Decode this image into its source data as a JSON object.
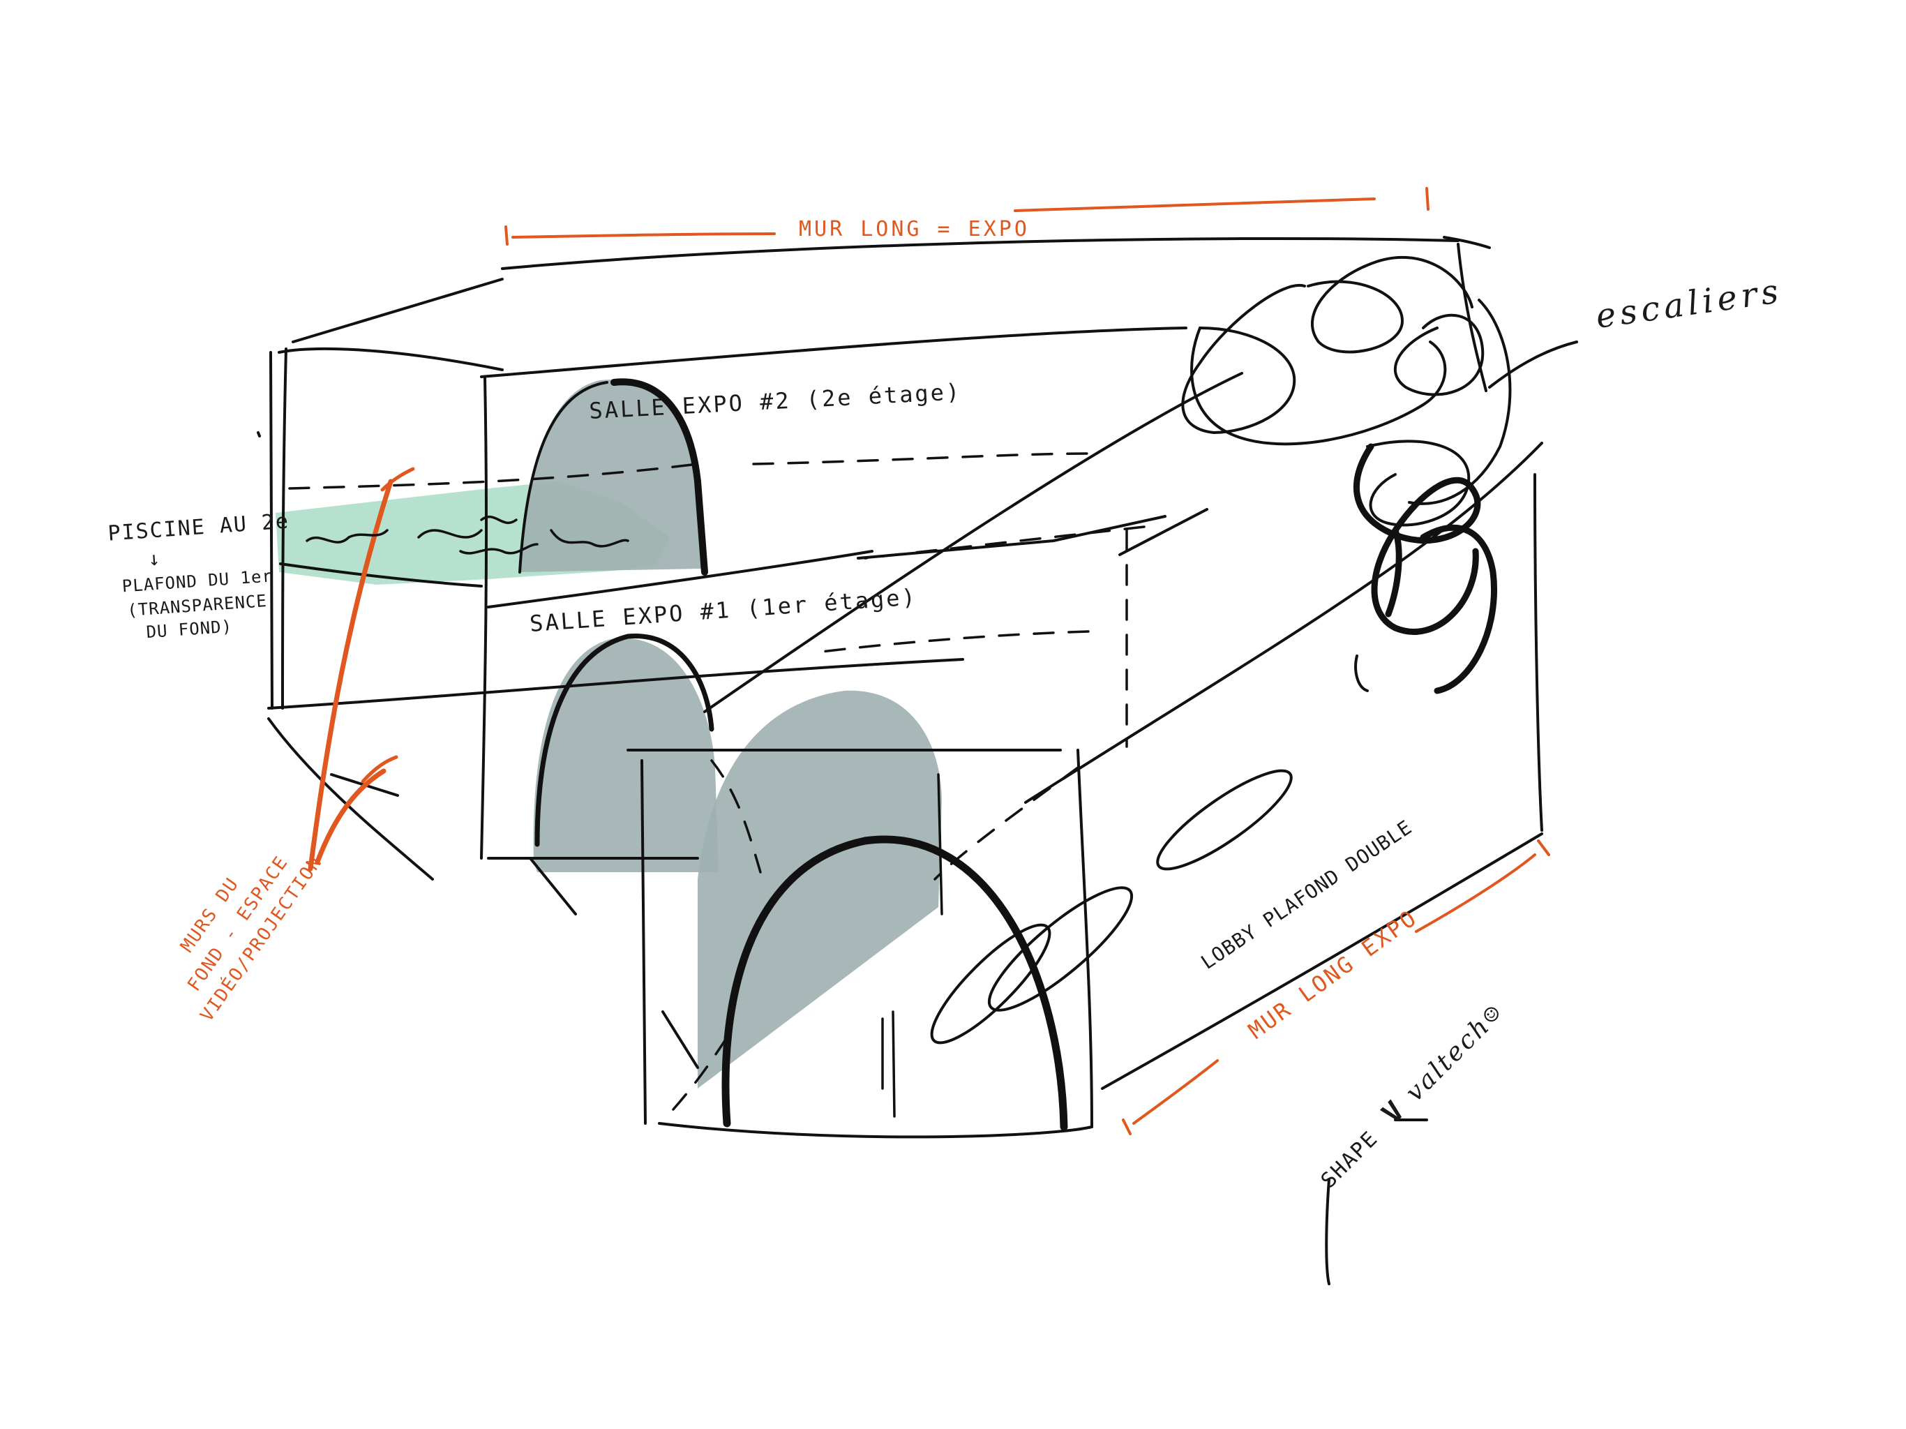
{
  "colors": {
    "ink": "#111111",
    "accent": "#e0571f",
    "fill_grey": "#9fb0b0",
    "fill_water": "#a9dcc5"
  },
  "labels": {
    "mur_long_top": "MUR LONG = EXPO",
    "escaliers": "escaliers",
    "salle_expo_2": "SALLE EXPO #2 (2e étage)",
    "salle_expo_1": "SALLE EXPO #1 (1er étage)",
    "piscine_line1": "PISCINE AU 2e",
    "piscine_arrow": "↓",
    "piscine_line2": "PLAFOND DU 1er",
    "piscine_line3": "(TRANSPARENCE",
    "piscine_line4": "DU FOND)",
    "murs_line1": "MURS DU",
    "murs_line2": "FOND - ESPACE",
    "murs_line3": "VIDÉO/PROJECTION",
    "lobby": "LOBBY PLAFOND DOUBLE",
    "mur_long_bottom": "MUR LONG EXPO",
    "shape_v": "SHAPE",
    "shape_check": "V",
    "shape_valtech": "valtech",
    "shape_smile": "☺"
  }
}
